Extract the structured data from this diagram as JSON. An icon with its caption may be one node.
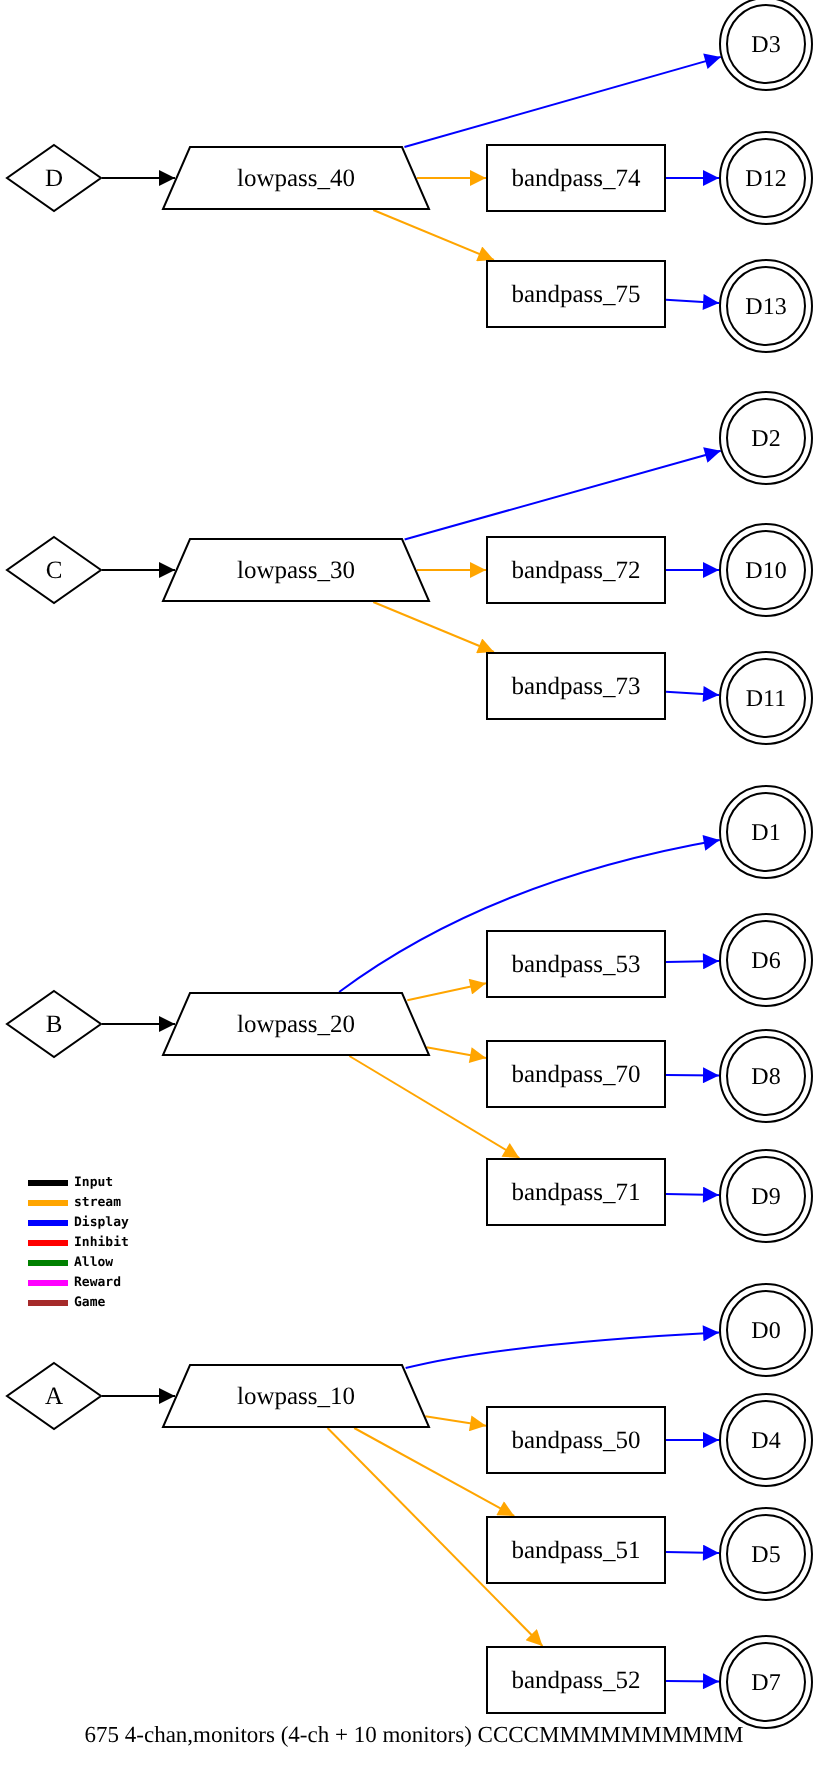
{
  "diagram": {
    "caption": "675 4-chan,monitors (4-ch + 10 monitors) CCCCMMMMMMMMMM",
    "nodes": [
      {
        "text": [
          "D3"
        ]
      },
      {
        "text": [
          "D"
        ]
      },
      {
        "text": [
          "lowpass_40"
        ]
      },
      {
        "text": [
          "bandpass_74"
        ]
      },
      {
        "text": [
          "D12"
        ]
      },
      {
        "text": [
          "bandpass_75"
        ]
      },
      {
        "text": [
          "D13"
        ]
      },
      {
        "text": [
          "D2"
        ]
      },
      {
        "text": [
          "C"
        ]
      },
      {
        "text": [
          "lowpass_30"
        ]
      },
      {
        "text": [
          "bandpass_72"
        ]
      },
      {
        "text": [
          "D10"
        ]
      },
      {
        "text": [
          "bandpass_73"
        ]
      },
      {
        "text": [
          "D11"
        ]
      },
      {
        "text": [
          "D1"
        ]
      },
      {
        "text": [
          "B"
        ]
      },
      {
        "text": [
          "lowpass_20"
        ]
      },
      {
        "text": [
          "bandpass_53"
        ]
      },
      {
        "text": [
          "D6"
        ]
      },
      {
        "text": [
          "bandpass_70"
        ]
      },
      {
        "text": [
          "D8"
        ]
      },
      {
        "text": [
          "bandpass_71"
        ]
      },
      {
        "text": [
          "D9"
        ]
      },
      {
        "text": [
          "D0"
        ]
      },
      {
        "text": [
          "A"
        ]
      },
      {
        "text": [
          "lowpass_10"
        ]
      },
      {
        "text": [
          "bandpass_50"
        ]
      },
      {
        "text": [
          "D4"
        ]
      },
      {
        "text": [
          "bandpass_51"
        ]
      },
      {
        "text": [
          "D5"
        ]
      },
      {
        "text": [
          "bandpass_52"
        ]
      },
      {
        "text": [
          "D7"
        ]
      }
    ],
    "edges": [
      {
        "from": 1,
        "to": 2,
        "arrow": "to",
        "color": "#000000"
      },
      {
        "from": 2,
        "to": 0,
        "arrow": "to"
      },
      {
        "from": 2,
        "to": 3,
        "arrow": "to",
        "color": "#ffa500"
      },
      {
        "from": 2,
        "to": 5,
        "arrow": "to",
        "color": "#ffa500"
      },
      {
        "from": 3,
        "to": 4,
        "arrow": "to"
      },
      {
        "from": 5,
        "to": 6,
        "arrow": "to"
      },
      {
        "from": 8,
        "to": 9,
        "arrow": "to",
        "color": "#000000"
      },
      {
        "from": 9,
        "to": 7,
        "arrow": "to"
      },
      {
        "from": 9,
        "to": 10,
        "arrow": "to",
        "color": "#ffa500"
      },
      {
        "from": 9,
        "to": 12,
        "arrow": "to",
        "color": "#ffa500"
      },
      {
        "from": 10,
        "to": 11,
        "arrow": "to"
      },
      {
        "from": 12,
        "to": 13,
        "arrow": "to"
      },
      {
        "from": 15,
        "to": 16,
        "arrow": "to",
        "color": "#000000"
      },
      {
        "from": 16,
        "to": 14,
        "arrow": "to"
      },
      {
        "from": 16,
        "to": 17,
        "arrow": "to",
        "color": "#ffa500"
      },
      {
        "from": 16,
        "to": 19,
        "arrow": "to",
        "color": "#ffa500"
      },
      {
        "from": 16,
        "to": 21,
        "arrow": "to",
        "color": "#ffa500"
      },
      {
        "from": 17,
        "to": 18,
        "arrow": "to"
      },
      {
        "from": 19,
        "to": 20,
        "arrow": "to"
      },
      {
        "from": 21,
        "to": 22,
        "arrow": "to"
      },
      {
        "from": 24,
        "to": 25,
        "arrow": "to",
        "color": "#000000"
      },
      {
        "from": 25,
        "to": 23,
        "arrow": "to"
      },
      {
        "from": 25,
        "to": 26,
        "arrow": "to",
        "color": "#ffa500"
      },
      {
        "from": 25,
        "to": 28,
        "arrow": "to",
        "color": "#ffa500"
      },
      {
        "from": 25,
        "to": 30,
        "arrow": "to",
        "color": "#ffa500"
      },
      {
        "from": 26,
        "to": 27,
        "arrow": "to"
      },
      {
        "from": 28,
        "to": 29,
        "arrow": "to"
      },
      {
        "from": 30,
        "to": 31,
        "arrow": "to"
      }
    ],
    "legend": [
      {
        "text": "Input",
        "color": "#000000"
      },
      {
        "text": "stream",
        "color": "#ffa500"
      },
      {
        "text": "Display",
        "color": "#0000ff"
      },
      {
        "text": "Inhibit",
        "color": "#ff0000"
      },
      {
        "text": "Allow",
        "color": "#008000"
      },
      {
        "text": "Reward",
        "color": "#ff00ff"
      },
      {
        "text": "Game",
        "color": "#a52a2a"
      }
    ]
  }
}
